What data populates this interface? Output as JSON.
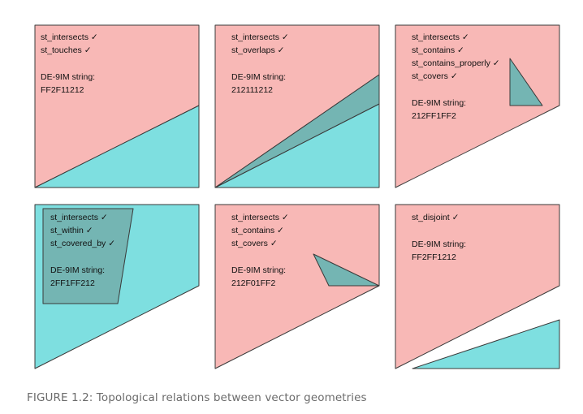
{
  "colors": {
    "geom_x": "#f8b8b6",
    "geom_y": "#7edfe0",
    "overlap": "#74b5b3",
    "stroke": "#3a3a3a"
  },
  "panels": [
    {
      "relations": [
        "st_intersects ✓",
        "st_touches ✓"
      ],
      "de9im_label": "DE-9IM string:",
      "de9im": "FF2F11212"
    },
    {
      "relations": [
        "st_intersects ✓",
        "st_overlaps ✓"
      ],
      "de9im_label": "DE-9IM string:",
      "de9im": "212111212"
    },
    {
      "relations": [
        "st_intersects ✓",
        "st_contains ✓",
        "st_contains_properly ✓",
        "st_covers ✓"
      ],
      "de9im_label": "DE-9IM string:",
      "de9im": "212FF1FF2"
    },
    {
      "relations": [
        "st_intersects ✓",
        "st_within ✓",
        "st_covered_by ✓"
      ],
      "de9im_label": "DE-9IM string:",
      "de9im": "2FF1FF212"
    },
    {
      "relations": [
        "st_intersects ✓",
        "st_contains ✓",
        "st_covers ✓"
      ],
      "de9im_label": "DE-9IM string:",
      "de9im": "212F01FF2"
    },
    {
      "relations": [
        "st_disjoint ✓"
      ],
      "de9im_label": "DE-9IM string:",
      "de9im": "FF2FF1212"
    }
  ],
  "caption": "FIGURE 1.2: Topological relations between vector geometries"
}
